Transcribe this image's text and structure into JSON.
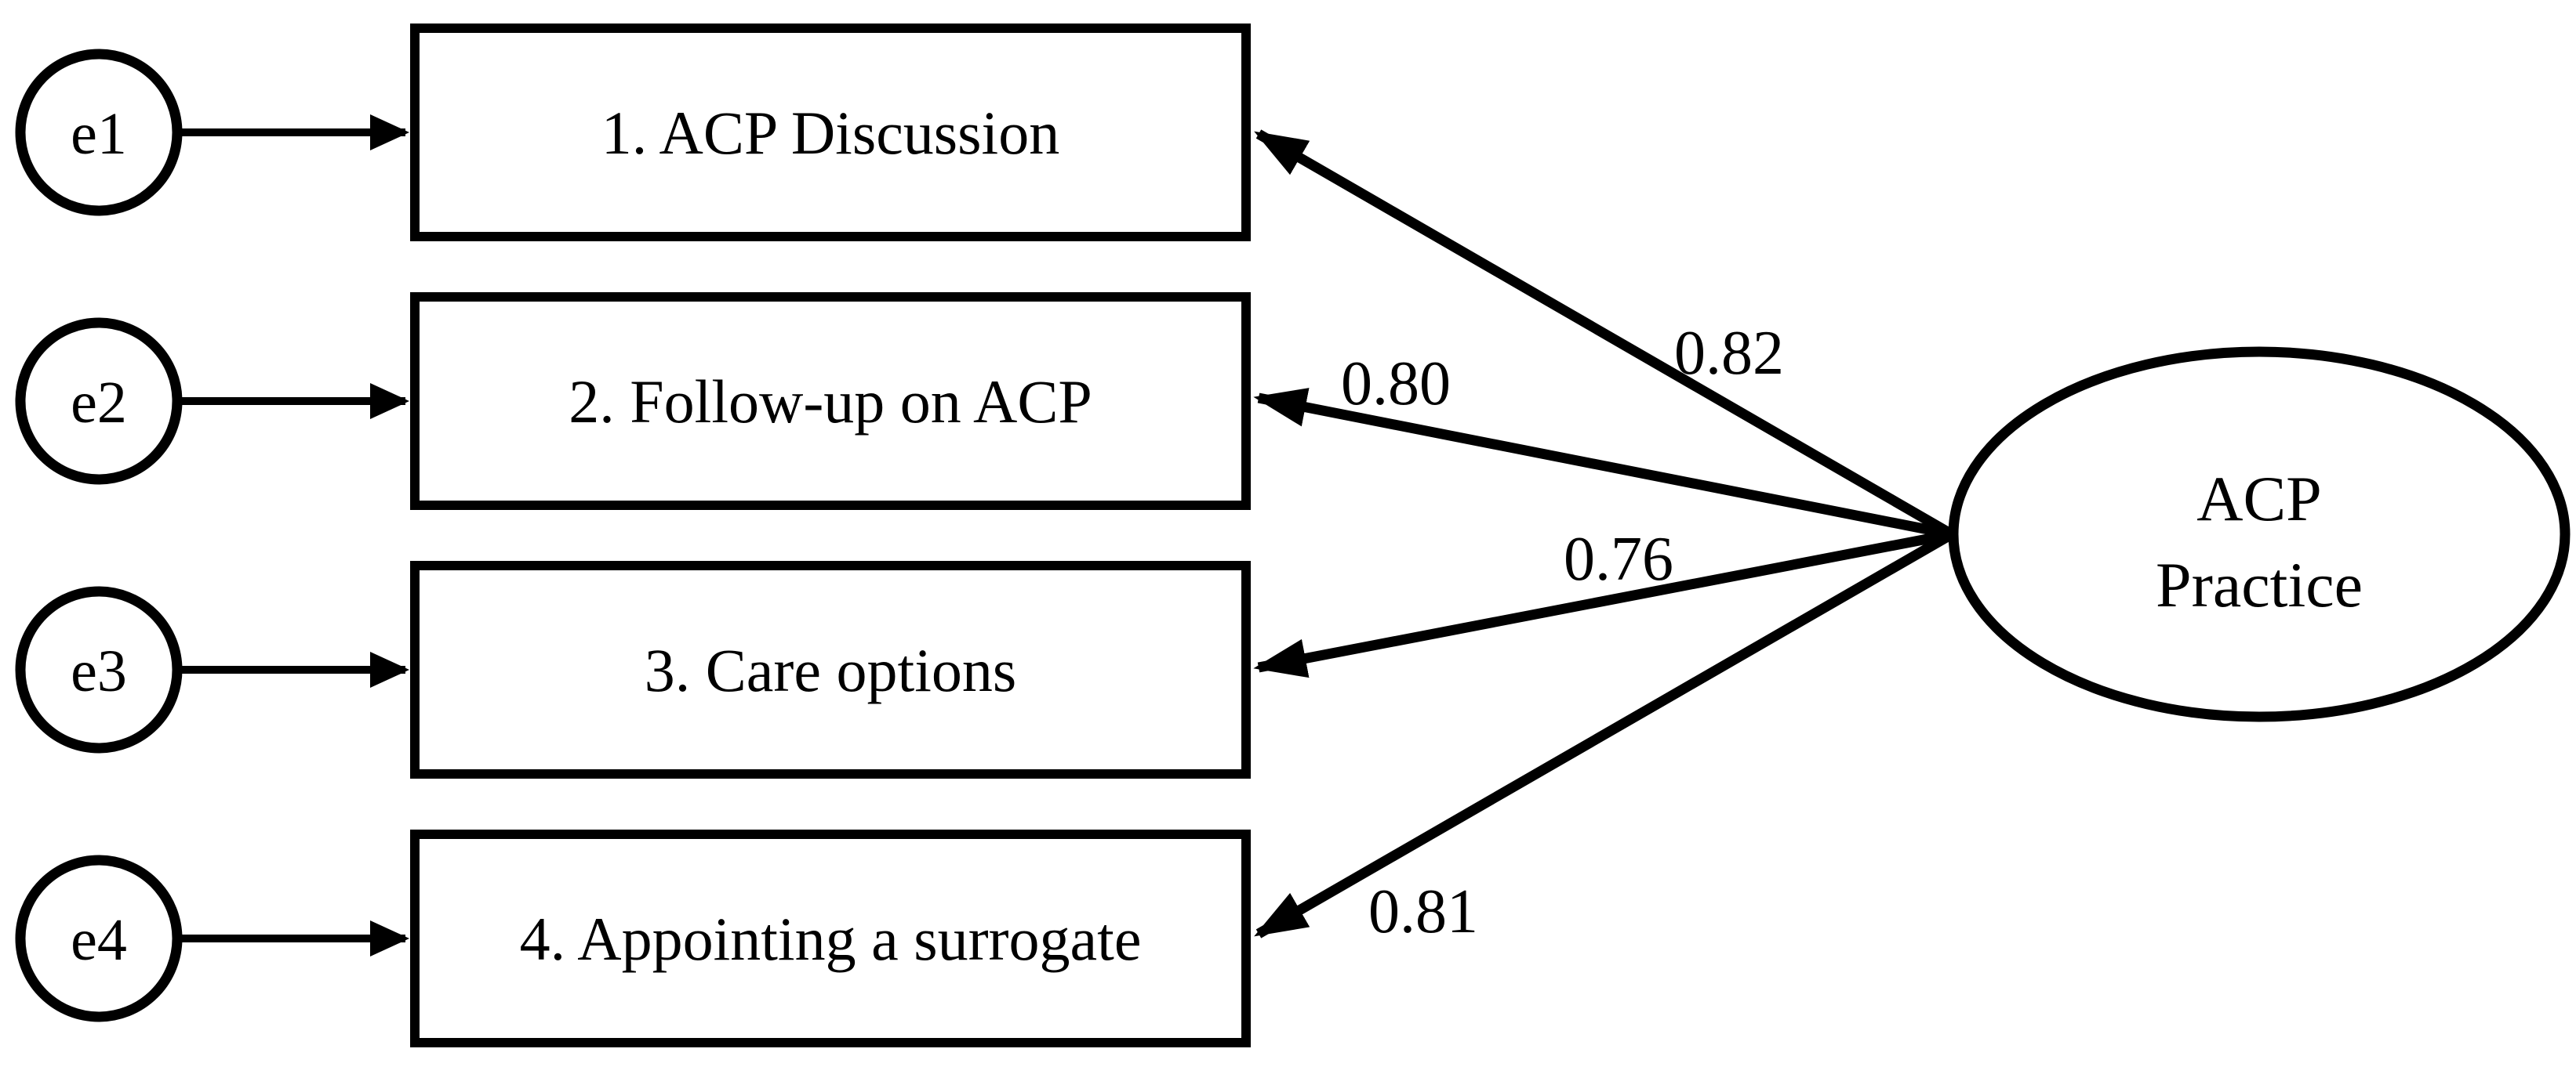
{
  "diagram": {
    "type": "confirmatory-factor-analysis-path-diagram",
    "background": "#ffffff",
    "stroke_color": "#000000",
    "latent": {
      "line1": "ACP",
      "line2": "Practice"
    },
    "indicators": [
      {
        "error": "e1",
        "label": "1. ACP Discussion",
        "loading": "0.82"
      },
      {
        "error": "e2",
        "label": "2. Follow-up on ACP",
        "loading": "0.80"
      },
      {
        "error": "e3",
        "label": "3. Care options",
        "loading": "0.76"
      },
      {
        "error": "e4",
        "label": "4. Appointing a surrogate",
        "loading": "0.81"
      }
    ]
  }
}
